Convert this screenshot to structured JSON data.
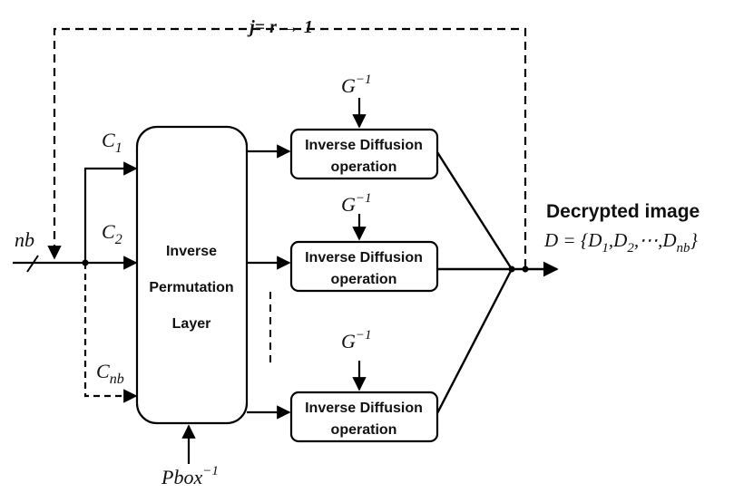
{
  "loop_label": "j= r → 1",
  "input_label": "nb",
  "inputs": [
    {
      "main": "C",
      "sub": "1"
    },
    {
      "main": "C",
      "sub": "2"
    },
    {
      "main": "C",
      "sub": "nb"
    }
  ],
  "permutation": {
    "line1": "Inverse",
    "line2": "Permutation",
    "line3": "Layer"
  },
  "pbox": {
    "main": "Pbox",
    "sup": "−1"
  },
  "g_inverse": {
    "main": "G",
    "sup": "−1"
  },
  "diffusion_blocks": [
    {
      "line1": "Inverse Diffusion",
      "line2": "operation"
    },
    {
      "line1": "Inverse Diffusion",
      "line2": "operation"
    },
    {
      "line1": "Inverse Diffusion",
      "line2": "operation"
    }
  ],
  "output": {
    "title": "Decrypted image",
    "formula_prefix": "D = {",
    "terms": [
      {
        "main": "D",
        "sub": "1"
      },
      {
        "main": "D",
        "sub": "2"
      },
      {
        "main": "⋯",
        "sub": ""
      },
      {
        "main": "D",
        "sub": "nb"
      }
    ],
    "formula_suffix": "}"
  }
}
